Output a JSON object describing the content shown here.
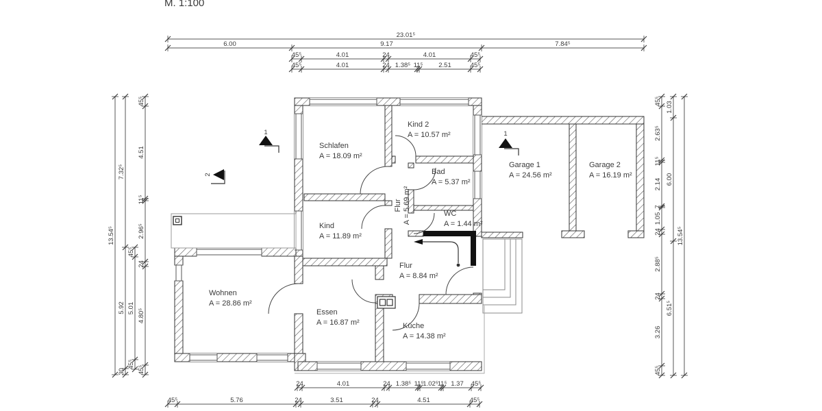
{
  "title": "M. 1:100",
  "rooms": [
    {
      "name": "Schlafen",
      "area": "A = 18.09 m²"
    },
    {
      "name": "Kind 2",
      "area": "A = 10.57 m²"
    },
    {
      "name": "Bad",
      "area": "A = 5.37 m²"
    },
    {
      "name": "Flur",
      "area": "A = 5.69 m²"
    },
    {
      "name": "WC",
      "area": "A = 1.44 m²"
    },
    {
      "name": "Kind",
      "area": "A = 11.89 m²"
    },
    {
      "name": "Flur",
      "area": "A = 8.84 m²"
    },
    {
      "name": "Wohnen",
      "area": "A = 28.86 m²"
    },
    {
      "name": "Essen",
      "area": "A = 16.87 m²"
    },
    {
      "name": "Küche",
      "area": "A = 14.38 m²"
    },
    {
      "name": "Garage 1",
      "area": "A = 24.56 m²"
    },
    {
      "name": "Garage 2",
      "area": "A = 16.19 m²"
    }
  ],
  "section_markers": {
    "m1a": "1",
    "m1b": "1",
    "m2": "2"
  },
  "dimensions": {
    "top_total": [
      "23.01⁵"
    ],
    "top_main": [
      "6.00",
      "9.17",
      "7.84⁵"
    ],
    "top_sub1": [
      "45⁵",
      "4.01",
      "24",
      "4.01",
      "45⁵"
    ],
    "top_sub2": [
      "45⁵",
      "4.01",
      "24",
      "1.38⁵",
      "11⁵",
      "2.51",
      "45⁵"
    ],
    "bottom_sub": [
      "24",
      "4.01",
      "24",
      "1.38⁵",
      "11⁵",
      "1.02⁵",
      "11⁵",
      "1.37",
      "45⁵"
    ],
    "bottom_main": [
      "45⁵",
      "5.76",
      "24",
      "3.51",
      "24",
      "4.51",
      "45⁵"
    ],
    "left_total": [
      "13.54⁵"
    ],
    "left_main": [
      "7.32⁵",
      "5.92",
      "30"
    ],
    "left_sub1": [
      "45⁵",
      "5.01",
      "45⁵"
    ],
    "left_sub2": [
      "45⁵",
      "4.51",
      "11⁵",
      "2.96⁵",
      "24",
      "4.80⁵",
      "45⁵"
    ],
    "right_sub": [
      "45⁵",
      "2.63⁵",
      "11⁵",
      "2.14",
      "7",
      "1.05",
      "24",
      "2.88⁵",
      "24",
      "3.26",
      "45⁵"
    ],
    "right_main": [
      "1.03",
      "6.00",
      "6.51⁵"
    ],
    "right_total": [
      "13.54⁵"
    ]
  }
}
